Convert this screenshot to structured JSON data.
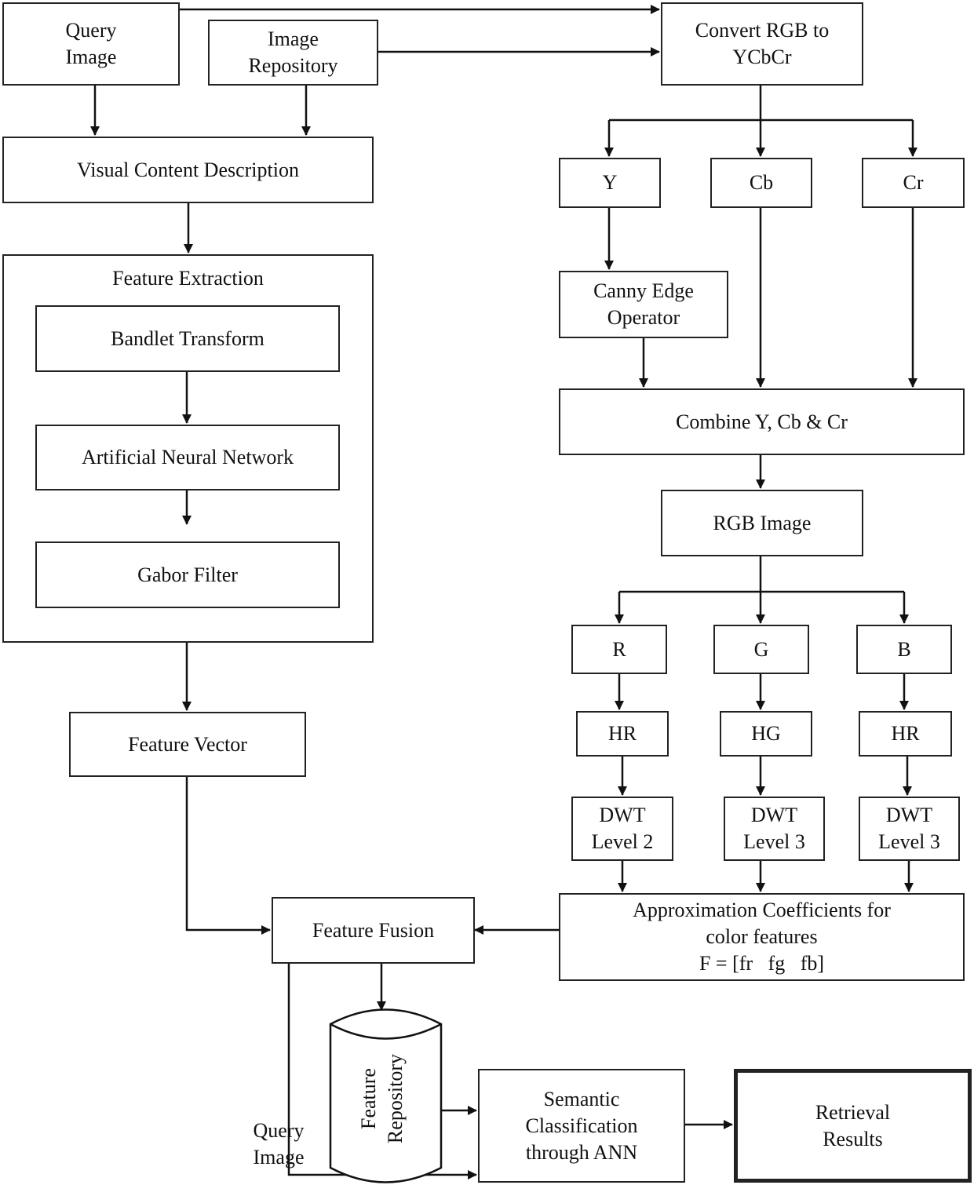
{
  "nodes": {
    "query_image": [
      "Query",
      "Image"
    ],
    "image_repository": [
      "Image",
      "Repository"
    ],
    "convert": [
      "Convert RGB to",
      "YCbCr"
    ],
    "visual_content": "Visual Content Description",
    "feature_extraction": "Feature Extraction",
    "bandlet": "Bandlet Transform",
    "ann": "Artificial Neural Network",
    "gabor": "Gabor Filter",
    "feature_vector": "Feature Vector",
    "y": "Y",
    "cb": "Cb",
    "cr": "Cr",
    "canny": [
      "Canny Edge",
      "Operator"
    ],
    "combine": "Combine Y, Cb & Cr",
    "rgb_image": "RGB Image",
    "r": "R",
    "g": "G",
    "b": "B",
    "hr1": "HR",
    "hg": "HG",
    "hr2": "HR",
    "dwt1": [
      "DWT",
      "Level 2"
    ],
    "dwt2": [
      "DWT",
      "Level 3"
    ],
    "dwt3": [
      "DWT",
      "Level 3"
    ],
    "approx": [
      "Approximation Coefficients for",
      "color features",
      "F = [fr   fg   fb]"
    ],
    "feature_fusion": "Feature Fusion",
    "feature_repository": [
      "Feature",
      "Repository"
    ],
    "semantic": [
      "Semantic",
      "Classification",
      "through ANN"
    ],
    "retrieval": [
      "Retrieval",
      "Results"
    ],
    "query_image_bottom": [
      "Query",
      "Image"
    ]
  }
}
